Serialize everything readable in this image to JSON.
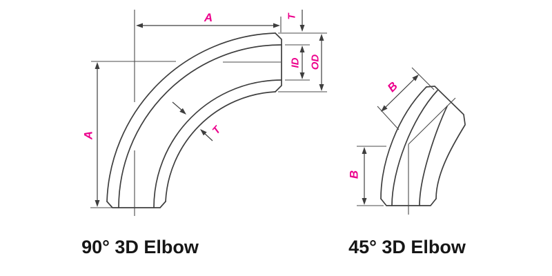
{
  "colors": {
    "accent_magenta": "#EC008C",
    "line_dark": "#3E3E3E",
    "caption_text": "#161616",
    "background": "#FFFFFF"
  },
  "diagrams": [
    {
      "caption": "90° 3D Elbow",
      "labels": {
        "dim_a_horizontal": "A",
        "dim_a_vertical": "A",
        "dim_t_end": "T",
        "dim_id": "ID",
        "dim_od": "OD",
        "dim_t_wall": "T"
      }
    },
    {
      "caption": "45° 3D Elbow",
      "labels": {
        "dim_b_diagonal": "B",
        "dim_b_vertical": "B"
      }
    }
  ]
}
